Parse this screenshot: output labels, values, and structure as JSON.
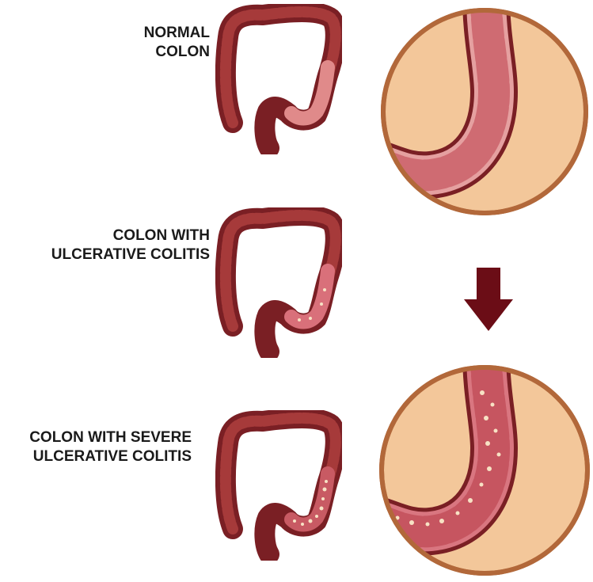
{
  "labels": {
    "normal": [
      "NORMAL",
      "COLON"
    ],
    "uc": [
      "COLON WITH",
      "ULCERATIVE COLITIS"
    ],
    "severe": [
      "COLON WITH SEVERE",
      "ULCERATIVE COLITIS"
    ]
  },
  "colors": {
    "colon_dark": "#7a1f24",
    "colon_mid": "#a63a3a",
    "colon_light": "#e08a8a",
    "inner_pink": "#d9707a",
    "circle_fill": "#f3c79a",
    "circle_stroke": "#b2683a",
    "arrow": "#6b0d16",
    "ulcer": "#f7e2c4"
  }
}
